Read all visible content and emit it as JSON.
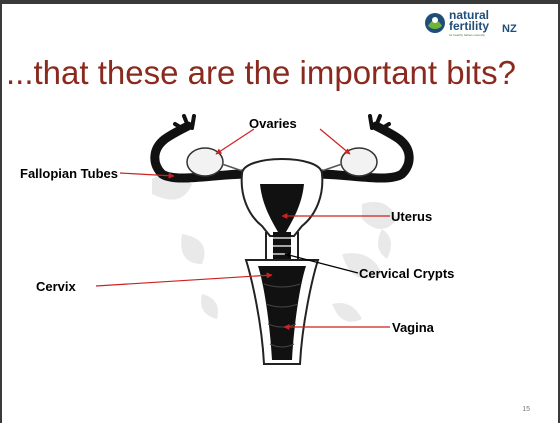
{
  "slide": {
    "title": "...that these are the important bits?",
    "page_number": "15"
  },
  "logo": {
    "word1": "natural",
    "word2": "fertility",
    "suffix": "NZ",
    "tagline": "for healthy babies naturally",
    "colors": {
      "blue": "#1f4e79",
      "green": "#5a9a2a"
    }
  },
  "labels": {
    "ovaries": "Ovaries",
    "fallopian_tubes": "Fallopian Tubes",
    "uterus": "Uterus",
    "cervical_crypts": "Cervical Crypts",
    "cervix": "Cervix",
    "vagina": "Vagina"
  },
  "colors": {
    "title": "#8a2a1e",
    "pointer_arrows": "#cc2222"
  }
}
